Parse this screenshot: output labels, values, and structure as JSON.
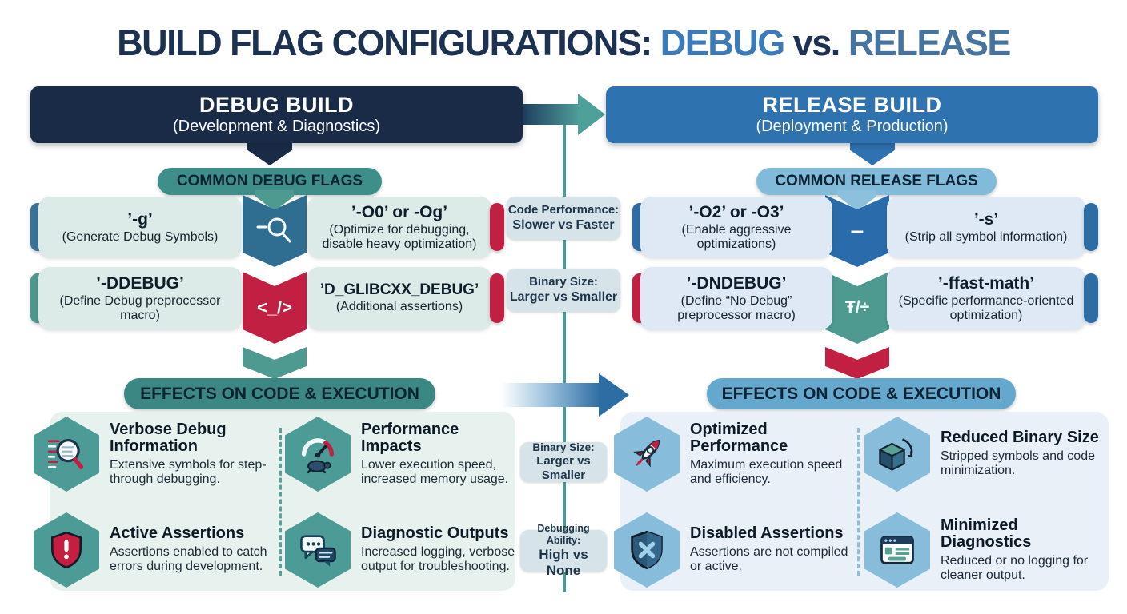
{
  "title": {
    "prefix": "BUILD FLAG CONFIGURATIONS: ",
    "debug": "DEBUG",
    "vs": " vs. ",
    "release": "RELEASE"
  },
  "colors": {
    "navy": "#1a2b47",
    "release_blue": "#2f72b0",
    "teal": "#3e8e8a",
    "light_blue_pill": "#82bbd9",
    "steel_chevron": "#2f6e91",
    "crimson": "#c22043",
    "blue_chevron": "#2a6cab",
    "teal_chevron": "#4e9a91",
    "mint_box": "#dcebe7",
    "blue_box": "#dfe9f5",
    "badge_bg": "#d6e4ea",
    "mint_panel": "#e7f1ed",
    "blue_panel": "#eaf0f8"
  },
  "glyphs": {
    "code": "<_/>",
    "minus": "–",
    "math": "Ŧ/÷"
  },
  "debug_column": {
    "header": {
      "title": "DEBUG BUILD",
      "subtitle": "(Development & Diagnostics)"
    },
    "flags_pill": "COMMON DEBUG FLAGS",
    "flags": [
      {
        "flag": "’-g’",
        "desc": "(Generate Debug Symbols)"
      },
      {
        "flag": "’-O0’ or -Og’",
        "desc": "(Optimize for debugging, disable heavy optimization)"
      },
      {
        "flag": "’-DDEBUG’",
        "desc": "(Define Debug preprocessor macro)"
      },
      {
        "flag": "’D_GLIBCXX_DEBUG’",
        "desc": "(Additional assertions)"
      }
    ],
    "effects_pill": "EFFECTS ON CODE & EXECUTION",
    "effects": [
      {
        "icon": "magnifier-code-icon",
        "title": "Verbose Debug Information",
        "desc": "Extensive symbols for step-through debugging."
      },
      {
        "icon": "gauge-turtle-icon",
        "title": "Performance Impacts",
        "desc": "Lower execution speed, increased memory usage."
      },
      {
        "icon": "shield-exclamation-icon",
        "title": "Active Assertions",
        "desc": "Assertions enabled to catch errors during development."
      },
      {
        "icon": "chat-bubbles-icon",
        "title": "Diagnostic Outputs",
        "desc": "Increased logging, verbose output for troubleshooting."
      }
    ]
  },
  "release_column": {
    "header": {
      "title": "RELEASE BUILD",
      "subtitle": "(Deployment & Production)"
    },
    "flags_pill": "COMMON RELEASE FLAGS",
    "flags": [
      {
        "flag": "’-O2’ or -O3’",
        "desc": "(Enable aggressive optimizations)"
      },
      {
        "flag": "’-s’",
        "desc": "(Strip all symbol information)"
      },
      {
        "flag": "’-DNDEBUG’",
        "desc": "(Define “No Debug” preprocessor macro)"
      },
      {
        "flag": "’-ffast-math’",
        "desc": "(Specific performance-oriented optimization)"
      }
    ],
    "effects_pill": "EFFECTS ON CODE & EXECUTION",
    "effects": [
      {
        "icon": "rocket-icon",
        "title": "Optimized Performance",
        "desc": "Maximum execution speed and efficiency."
      },
      {
        "icon": "cube-shrink-icon",
        "title": "Reduced Binary Size",
        "desc": "Stripped symbols and code minimization."
      },
      {
        "icon": "shield-x-icon",
        "title": "Disabled Assertions",
        "desc": "Assertions are not compiled or active."
      },
      {
        "icon": "browser-log-icon",
        "title": "Minimized Diagnostics",
        "desc": "Reduced or no logging for cleaner output."
      }
    ]
  },
  "center": {
    "badges": [
      {
        "line1": "Code Performance:",
        "line2": "Slower vs Faster"
      },
      {
        "line1": "Binary Size:",
        "line2": "Larger vs Smaller"
      },
      {
        "line1": "Binary Size:",
        "line2": "Larger vs Smaller"
      },
      {
        "line1": "Debugging Ability:",
        "line2": "High vs None"
      }
    ]
  }
}
